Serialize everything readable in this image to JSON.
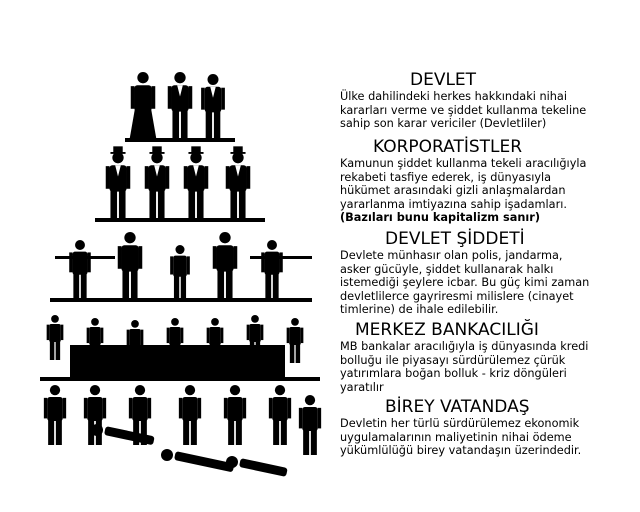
{
  "sections": [
    {
      "title": "DEVLET",
      "lines": [
        "Ülke dahilindeki herkes hakkındaki nihai",
        "kararları verme ve şiddet kullanma tekeline",
        "sahip son karar vericiler (Devletliler)"
      ]
    },
    {
      "title": "KORPORATİSTLER",
      "lines": [
        "Kamunun şiddet kullanma tekeli aracılığıyla",
        "rekabeti tasfiye ederek, iş dünyasıyla",
        "hükümet arasındaki gizli anlaşmalardan",
        "yararlanma imtiyazına sahip işadamları."
      ],
      "note": "(Bazıları bunu kapitalizm sanır)"
    },
    {
      "title": "DEVLET ŞİDDETİ",
      "lines": [
        "Devlete münhasır olan polis, jandarma,",
        "asker gücüyle, şiddet kullanarak halkı",
        "istemediği şeylere icbar. Bu güç kimi zaman",
        "devletlilerce gayriresmi milislere (cinayet",
        "timlerine) de ihale edilebilir."
      ]
    },
    {
      "title": "MERKEZ BANKACILIĞI",
      "lines": [
        "MB bankalar aracılığıyla iş dünyasında  kredi",
        "bolluğu ile piyasayı sürdürülemez çürük",
        "yatırımlara boğan bolluk - kriz döngüleri",
        "yaratılır"
      ]
    },
    {
      "title": "BİREY VATANDAŞ",
      "lines": [
        "Devletin her türlü sürdürülemez ekonomik",
        "uygulamalarının maliyetinin nihai ödeme",
        "yükümlülüğü birey vatandaşın üzerindedir."
      ]
    }
  ]
}
